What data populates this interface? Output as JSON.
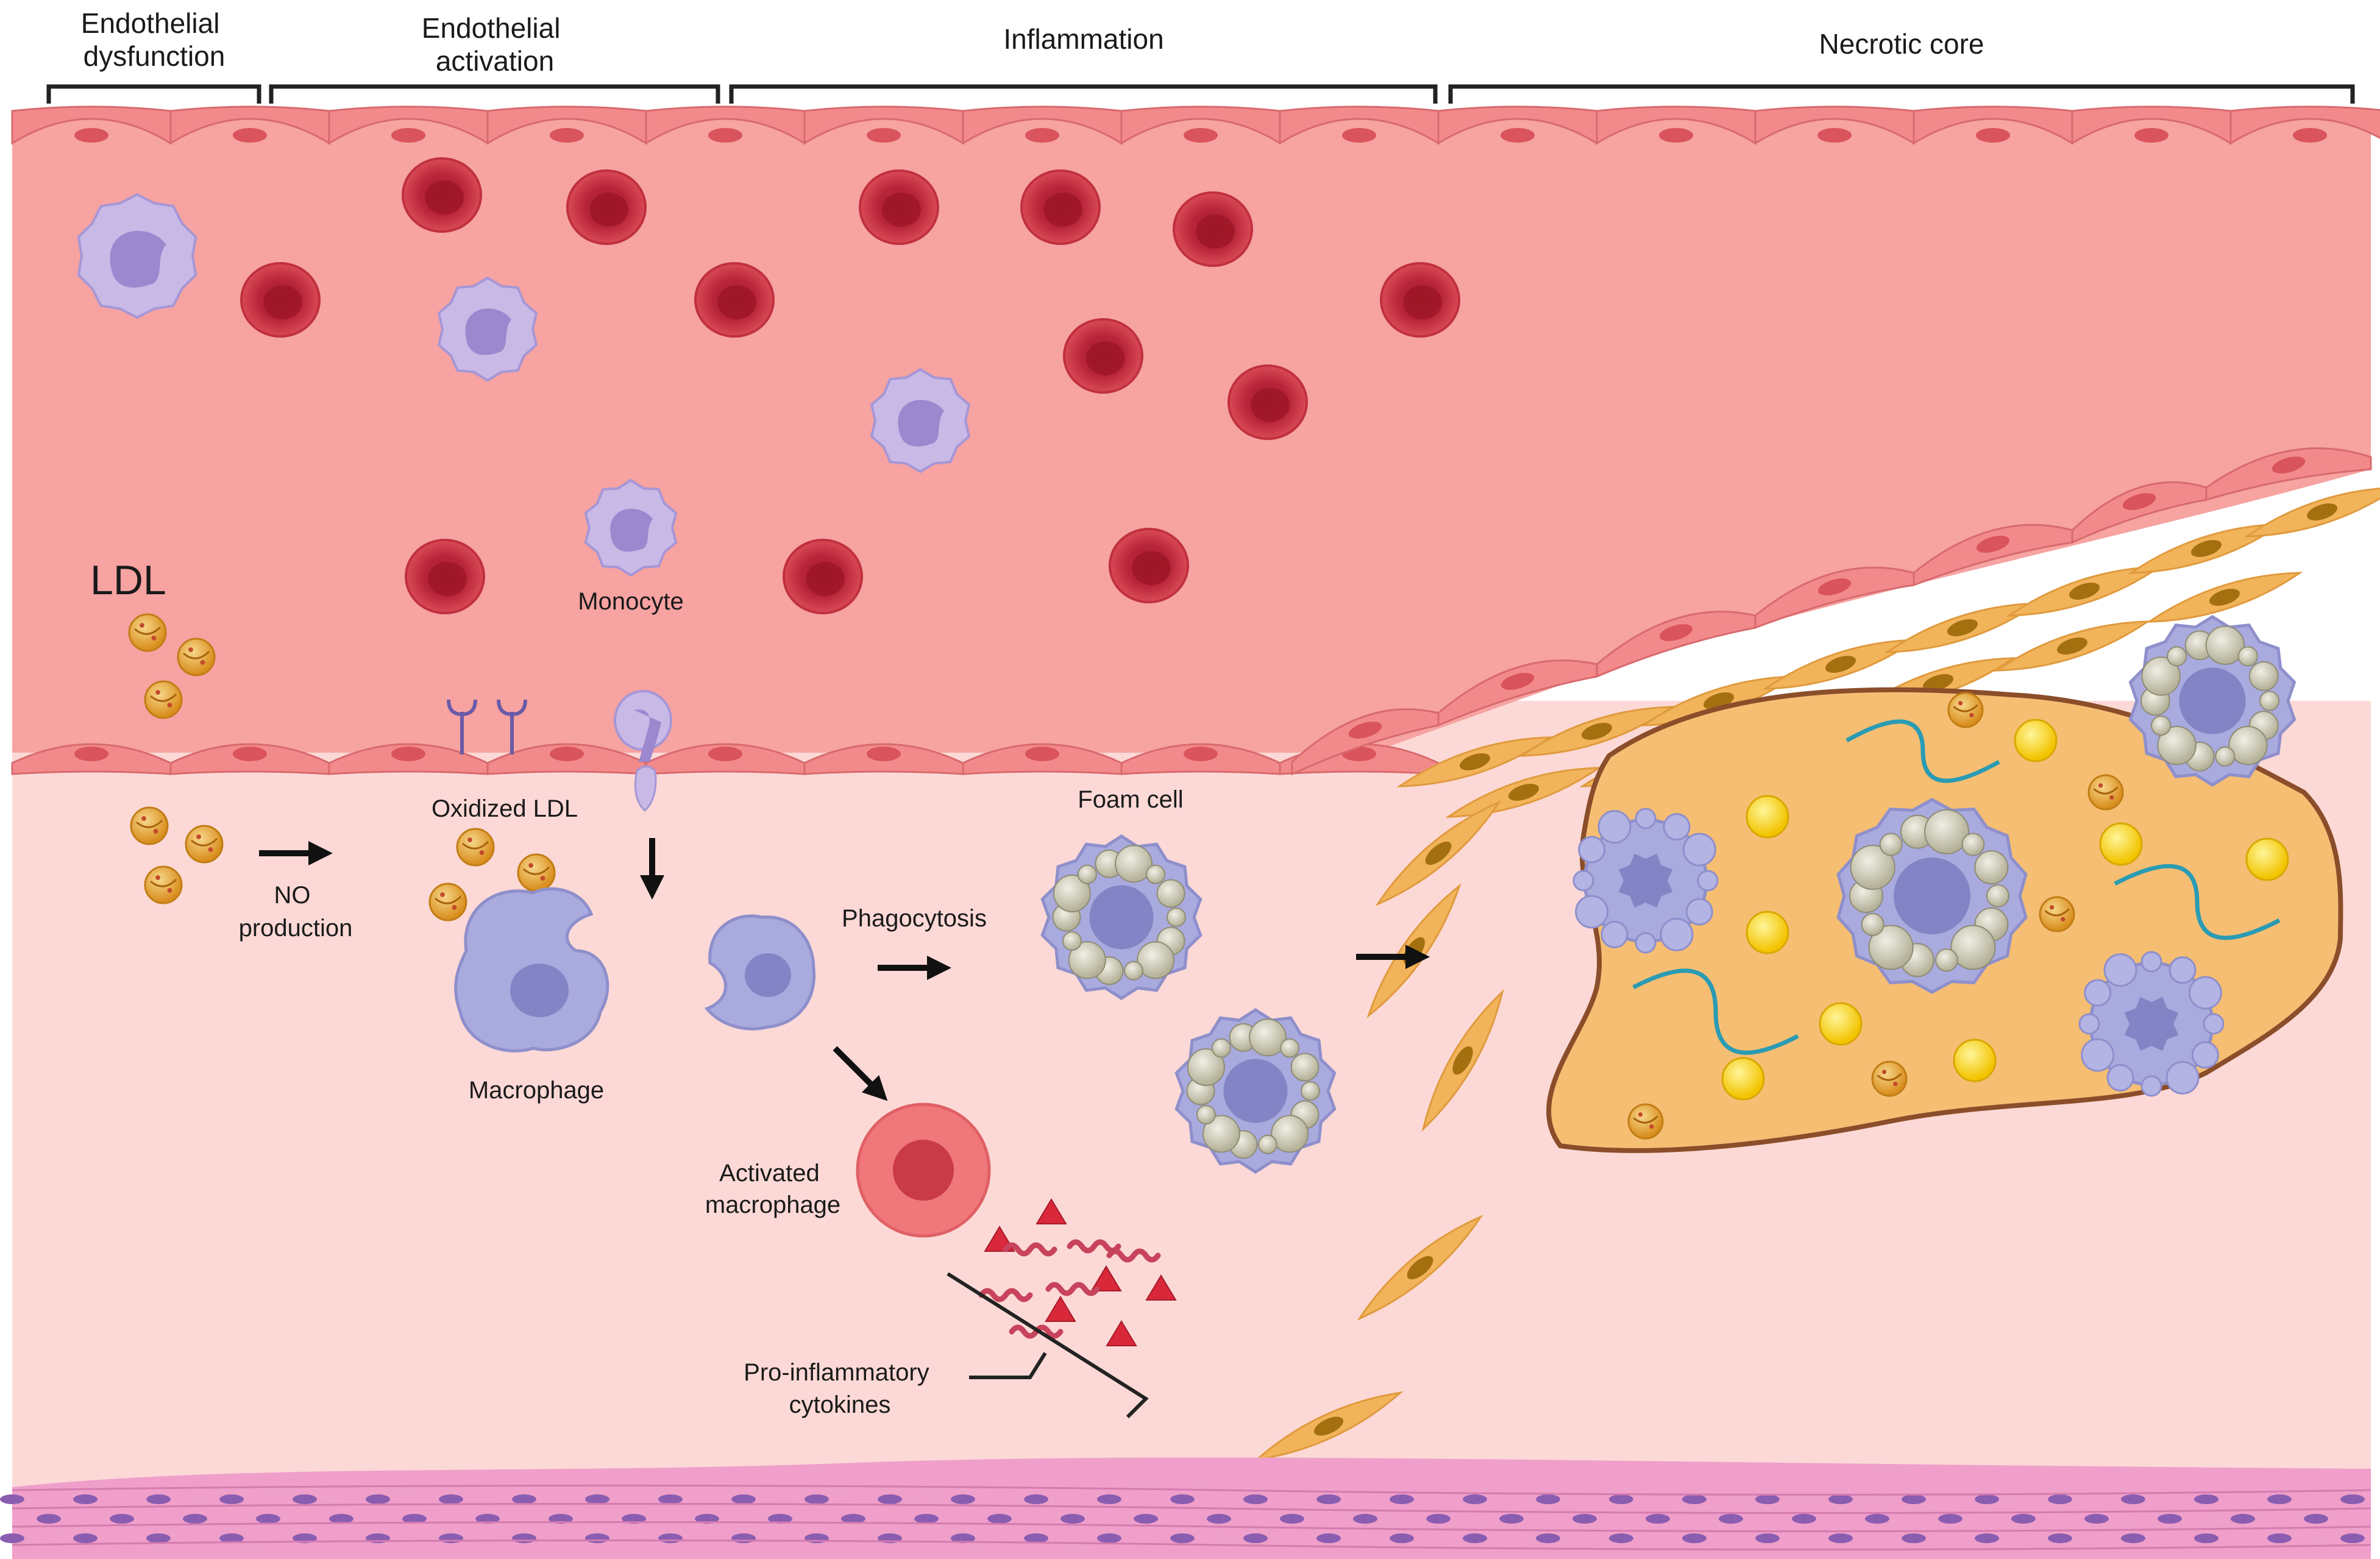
{
  "stages": {
    "endothelial_dysfunction": [
      "Endothelial",
      "dysfunction"
    ],
    "endothelial_activation": [
      "Endothelial",
      "activation"
    ],
    "inflammation": "Inflammation",
    "necrotic_core": "Necrotic core"
  },
  "labels": {
    "ldl": "LDL",
    "monocyte": "Monocyte",
    "oxidized_ldl": "Oxidized LDL",
    "no_production": [
      "NO",
      "production"
    ],
    "macrophage": "Macrophage",
    "phagocytosis": "Phagocytosis",
    "foam_cell": "Foam cell",
    "activated_macrophage": [
      "Activated",
      "macrophage"
    ],
    "cytokines": [
      "Pro-inflammatory",
      "cytokines"
    ]
  },
  "colors": {
    "lumen": "#f6a3a1",
    "intima": "#fcd9d6",
    "endothelium": "#f28a8c",
    "red_cell": "#c8283a",
    "monocyte": "#c8b9e6",
    "macrophage": "#a9aade",
    "ldl": "#e9a93a",
    "smooth_muscle": "#f2b45a",
    "necrotic_core": "#f5be73",
    "media": "#ee9fc9",
    "activated": "#f0777a"
  }
}
